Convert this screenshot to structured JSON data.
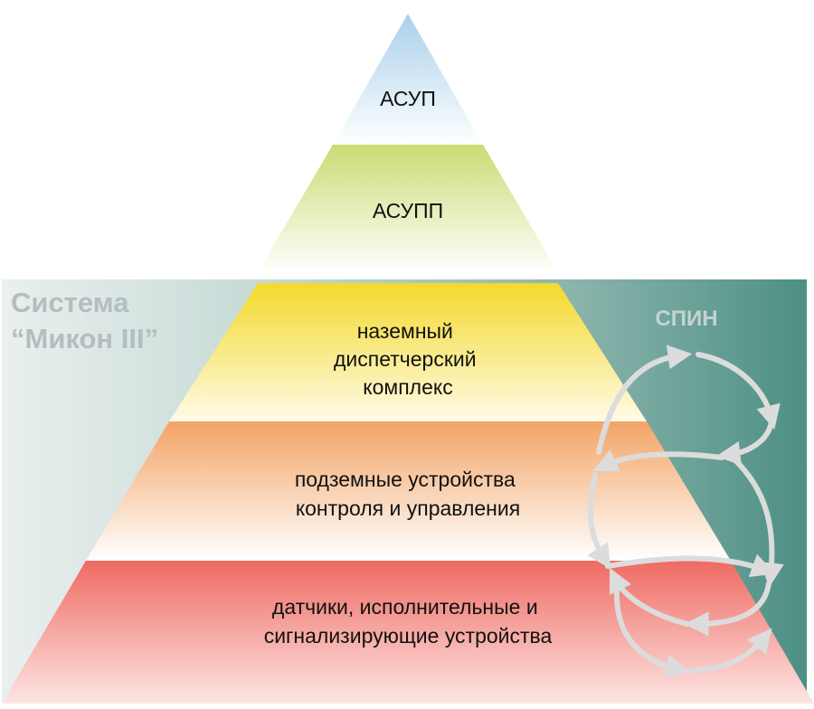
{
  "levels": [
    {
      "id": "asup",
      "lines": [
        "АСУП"
      ],
      "color": "#a9d0ea"
    },
    {
      "id": "asupp",
      "lines": [
        "АСУПП"
      ],
      "color": "#c9dc74"
    },
    {
      "id": "ground",
      "lines": [
        "наземный",
        "диспетчерский",
        "комплекс"
      ],
      "color": "#f3d92c"
    },
    {
      "id": "underground",
      "lines": [
        "подземные устройства",
        "контроля и управления"
      ],
      "color": "#f3a466"
    },
    {
      "id": "sensors",
      "lines": [
        "датчики, исполнительные и",
        "сигнализирующие устройства"
      ],
      "color": "#ef6a62"
    }
  ],
  "system_label": {
    "lines": [
      "Система",
      "“Микон III”"
    ]
  },
  "spin_label": "СПИН",
  "colors": {
    "panel_teal": "#4d8f84",
    "arrow": "#dcdcdc"
  }
}
